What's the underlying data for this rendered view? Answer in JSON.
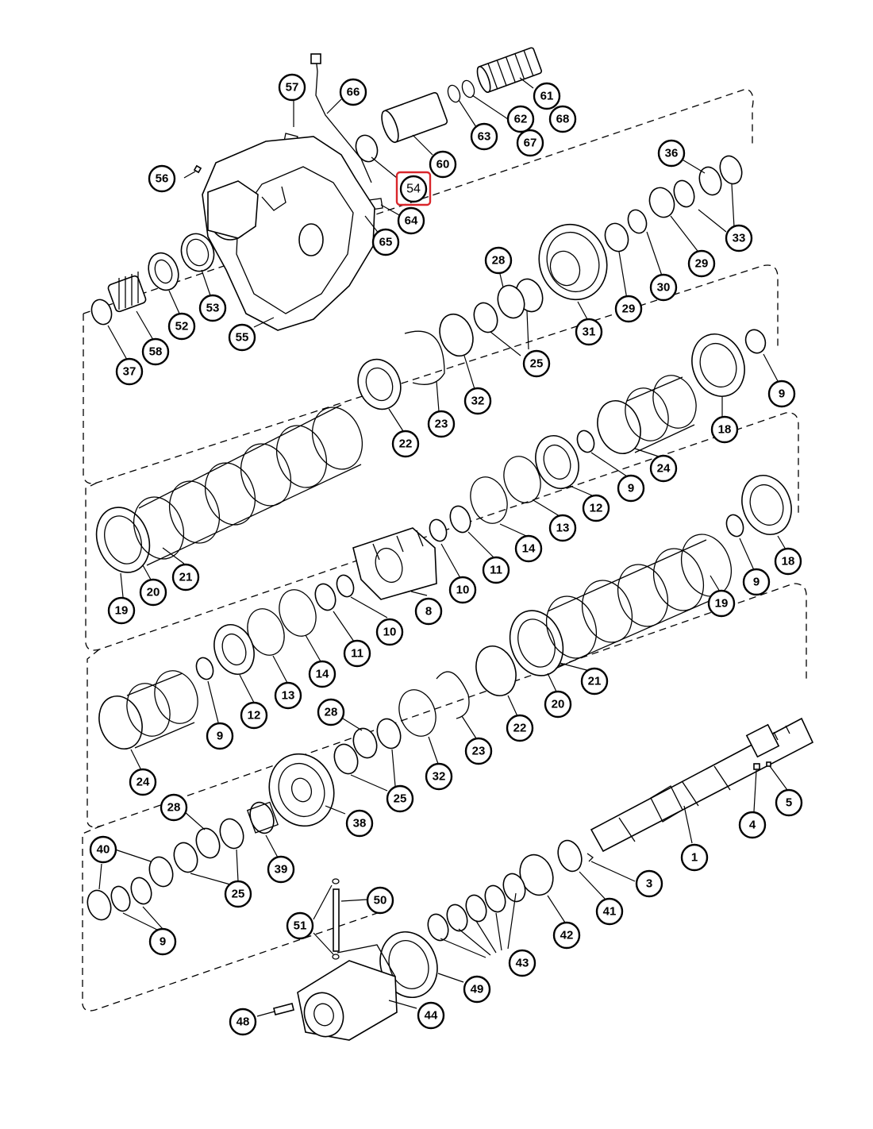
{
  "highlight": {
    "callout": "54",
    "color": "#d9262b"
  },
  "callouts": [
    {
      "id": "c57",
      "label": "57"
    },
    {
      "id": "c66",
      "label": "66"
    },
    {
      "id": "c61",
      "label": "61"
    },
    {
      "id": "c68",
      "label": "68"
    },
    {
      "id": "c62",
      "label": "62"
    },
    {
      "id": "c67",
      "label": "67"
    },
    {
      "id": "c63",
      "label": "63"
    },
    {
      "id": "c60",
      "label": "60"
    },
    {
      "id": "c54",
      "label": "54"
    },
    {
      "id": "c64",
      "label": "64"
    },
    {
      "id": "c65",
      "label": "65"
    },
    {
      "id": "c56",
      "label": "56"
    },
    {
      "id": "c36",
      "label": "36"
    },
    {
      "id": "c33",
      "label": "33"
    },
    {
      "id": "c29a",
      "label": "29"
    },
    {
      "id": "c30",
      "label": "30"
    },
    {
      "id": "c29b",
      "label": "29"
    },
    {
      "id": "c28a",
      "label": "28"
    },
    {
      "id": "c31",
      "label": "31"
    },
    {
      "id": "c25a",
      "label": "25"
    },
    {
      "id": "c52",
      "label": "52"
    },
    {
      "id": "c53",
      "label": "53"
    },
    {
      "id": "c58",
      "label": "58"
    },
    {
      "id": "c37",
      "label": "37"
    },
    {
      "id": "c55",
      "label": "55"
    },
    {
      "id": "c32a",
      "label": "32"
    },
    {
      "id": "c23a",
      "label": "23"
    },
    {
      "id": "c22a",
      "label": "22"
    },
    {
      "id": "c18a",
      "label": "18"
    },
    {
      "id": "c9a",
      "label": "9"
    },
    {
      "id": "c24a",
      "label": "24"
    },
    {
      "id": "c9b",
      "label": "9"
    },
    {
      "id": "c12a",
      "label": "12"
    },
    {
      "id": "c13a",
      "label": "13"
    },
    {
      "id": "c14a",
      "label": "14"
    },
    {
      "id": "c11a",
      "label": "11"
    },
    {
      "id": "c10a",
      "label": "10"
    },
    {
      "id": "c8",
      "label": "8"
    },
    {
      "id": "c21a",
      "label": "21"
    },
    {
      "id": "c20a",
      "label": "20"
    },
    {
      "id": "c19a",
      "label": "19"
    },
    {
      "id": "c18b",
      "label": "18"
    },
    {
      "id": "c9c",
      "label": "9"
    },
    {
      "id": "c19b",
      "label": "19"
    },
    {
      "id": "c10b",
      "label": "10"
    },
    {
      "id": "c11b",
      "label": "11"
    },
    {
      "id": "c14b",
      "label": "14"
    },
    {
      "id": "c13b",
      "label": "13"
    },
    {
      "id": "c12b",
      "label": "12"
    },
    {
      "id": "c9d",
      "label": "9"
    },
    {
      "id": "c21b",
      "label": "21"
    },
    {
      "id": "c20b",
      "label": "20"
    },
    {
      "id": "c22b",
      "label": "22"
    },
    {
      "id": "c23b",
      "label": "23"
    },
    {
      "id": "c32b",
      "label": "32"
    },
    {
      "id": "c28b",
      "label": "28"
    },
    {
      "id": "c25b",
      "label": "25"
    },
    {
      "id": "c24b",
      "label": "24"
    },
    {
      "id": "c38",
      "label": "38"
    },
    {
      "id": "c28c",
      "label": "28"
    },
    {
      "id": "c39",
      "label": "39"
    },
    {
      "id": "c40",
      "label": "40"
    },
    {
      "id": "c25c",
      "label": "25"
    },
    {
      "id": "c9e",
      "label": "9"
    },
    {
      "id": "c4",
      "label": "4"
    },
    {
      "id": "c5",
      "label": "5"
    },
    {
      "id": "c1",
      "label": "1"
    },
    {
      "id": "c3",
      "label": "3"
    },
    {
      "id": "c41",
      "label": "41"
    },
    {
      "id": "c42",
      "label": "42"
    },
    {
      "id": "c50",
      "label": "50"
    },
    {
      "id": "c51",
      "label": "51"
    },
    {
      "id": "c43",
      "label": "43"
    },
    {
      "id": "c49",
      "label": "49"
    },
    {
      "id": "c44",
      "label": "44"
    },
    {
      "id": "c48",
      "label": "48"
    }
  ]
}
